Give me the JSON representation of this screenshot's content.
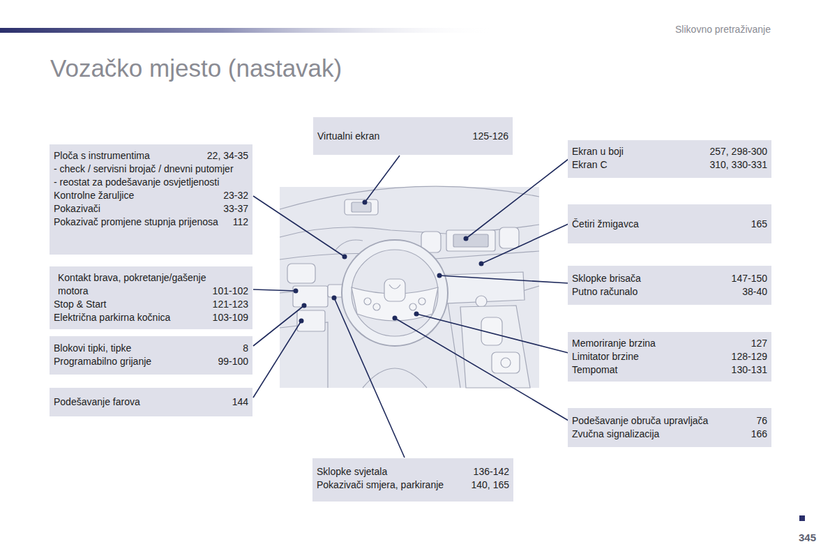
{
  "diagram": {
    "title": "Vozačko mjesto (nastavak)",
    "nodes": [
      {
        "text": [
          "Virtualni ekran",
          "125-126"
        ]
      },
      {
        "text": [
          "Ploča s instrumentima",
          "22, 34-35",
          "- check / servisni brojač / dnevni putomjer",
          "- reostat za podešavanje osvjetljenosti",
          "Kontrolne žaruljice",
          "23-32",
          "Pokazivači",
          "33-37",
          "Pokazivač promjene stupnja prijenosa",
          "112"
        ]
      },
      {
        "text": [
          "Ekran u boji",
          "257, 298-300",
          "Ekran C",
          "310, 330-331"
        ]
      },
      {
        "text": [
          "Četiri žmigavca",
          "165"
        ]
      },
      {
        "text": [
          "Kontakt brava, pokretanje/gašenje motora",
          "101-102",
          "Stop & Start",
          "121-123",
          "Električna parkirna kočnica",
          "103-109"
        ]
      },
      {
        "text": [
          "Sklopke brisača",
          "147-150",
          "Putno računalo",
          "38-40"
        ]
      },
      {
        "text": [
          "Memoriranje brzina",
          "127",
          "Limitator brzine",
          "128-129",
          "Tempomat",
          "130-131"
        ]
      },
      {
        "text": [
          "Blokovi tipki, tipke",
          "8",
          "Programabilno grijanje",
          "99-100"
        ]
      },
      {
        "text": [
          "Podešavanje farova",
          "144"
        ]
      },
      {
        "text": [
          "Podešavanje obruča upravljača",
          "76",
          "Zvučna signalizacija",
          "166"
        ]
      },
      {
        "text": [
          "Sklopke svjetala",
          "136-142",
          "Pokazivači smjera, parkiranje",
          "140, 165"
        ]
      }
    ],
    "labels": [
      "Slikovno pretraživanje",
      "345"
    ]
  }
}
